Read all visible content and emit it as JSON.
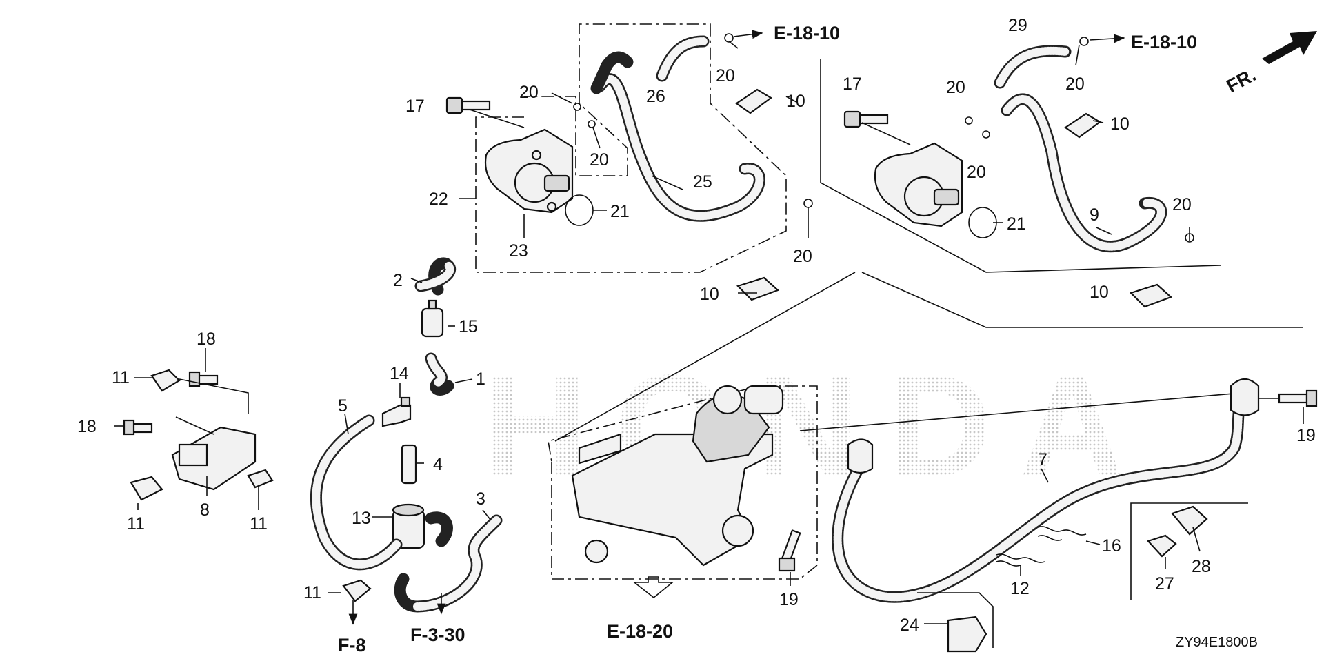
{
  "callouts": {
    "c1": "1",
    "c2": "2",
    "c3": "3",
    "c4": "4",
    "c5": "5",
    "c7": "7",
    "c8": "8",
    "c9": "9",
    "c10a": "10",
    "c10b": "10",
    "c10c": "10",
    "c10d": "10",
    "c11a": "11",
    "c11b": "11",
    "c11c": "11",
    "c11d": "11",
    "c12": "12",
    "c13": "13",
    "c14": "14",
    "c15": "15",
    "c16": "16",
    "c17a": "17",
    "c17b": "17",
    "c18a": "18",
    "c18b": "18",
    "c19a": "19",
    "c19b": "19",
    "c20a": "20",
    "c20b": "20",
    "c20c": "20",
    "c20d": "20",
    "c20e": "20",
    "c20f": "20",
    "c20g": "20",
    "c20h": "20",
    "c21a": "21",
    "c21b": "21",
    "c22": "22",
    "c23": "23",
    "c24": "24",
    "c25": "25",
    "c26": "26",
    "c27": "27",
    "c28": "28",
    "c29": "29"
  },
  "references": {
    "e1810a": "E-18-10",
    "e1810b": "E-18-10",
    "e1820": "E-18-20",
    "f330": "F-3-30",
    "f8": "F-8"
  },
  "front_indicator": "FR.",
  "diagram_code": "ZY94E1800B",
  "watermark_text": "HONDA",
  "icons": {
    "front-arrow": "front-arrow-icon",
    "reference-arrow": "outline-down-arrow-icon"
  }
}
